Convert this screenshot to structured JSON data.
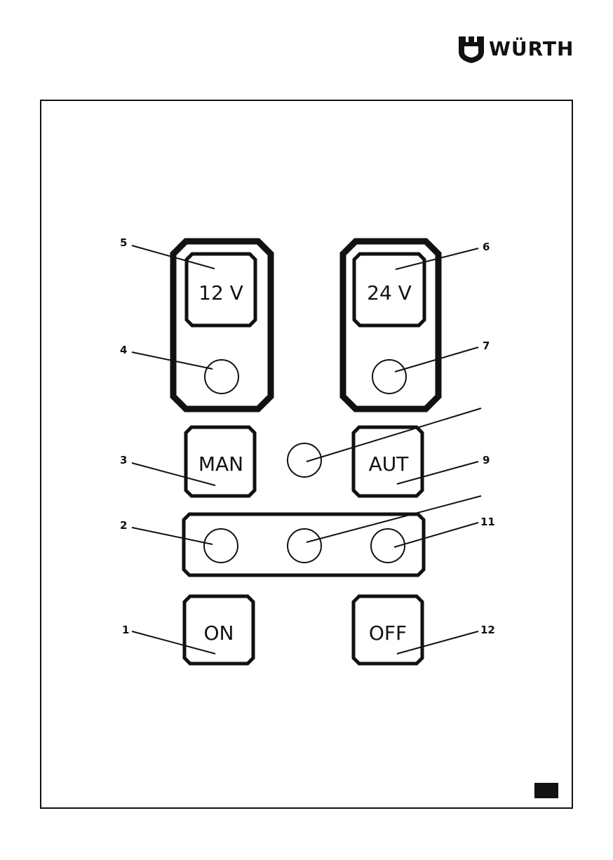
{
  "brand": {
    "name": "WÜRTH"
  },
  "buttons": {
    "v12": "12 V",
    "v24": "24 V",
    "man": "MAN",
    "aut": "AUT",
    "on": "ON",
    "off": "OFF"
  },
  "callouts": {
    "c1": "1",
    "c2": "2",
    "c3": "3",
    "c4": "4",
    "c5": "5",
    "c6": "6",
    "c7": "7",
    "c9": "9",
    "c11": "11",
    "c12": "12"
  }
}
